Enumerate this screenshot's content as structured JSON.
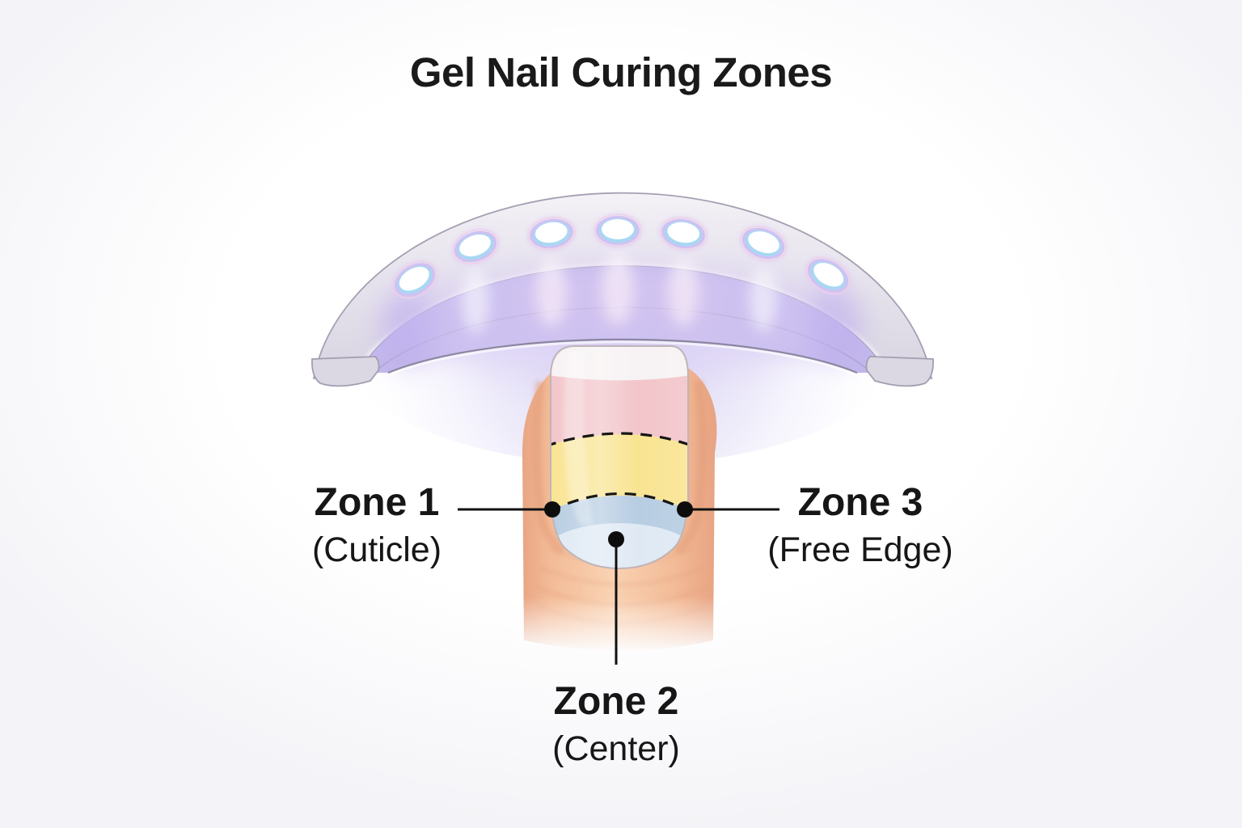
{
  "title": "Gel Nail Curing Zones",
  "labels": {
    "zone1": {
      "name": "Zone 1",
      "sub": "(Cuticle)"
    },
    "zone2": {
      "name": "Zone 2",
      "sub": "(Center)"
    },
    "zone3": {
      "name": "Zone 3",
      "sub": "(Free Edge)"
    }
  },
  "lamp": {
    "description": "UV LED curing lamp arch",
    "led_count": 7
  },
  "colors": {
    "band_free_edge_pink": "#f2c5ca",
    "band_center_yellow": "#f9e492",
    "band_cuticle_blue": "#b7cde2",
    "lunula_light_blue": "#e0eaf4",
    "nail_tip_white": "#f7f2f3",
    "lamp_glow_purple": "#b3a8dc",
    "led_white": "#ffffff",
    "skin_tone": "#f4bf9d",
    "label_text": "#161616"
  }
}
